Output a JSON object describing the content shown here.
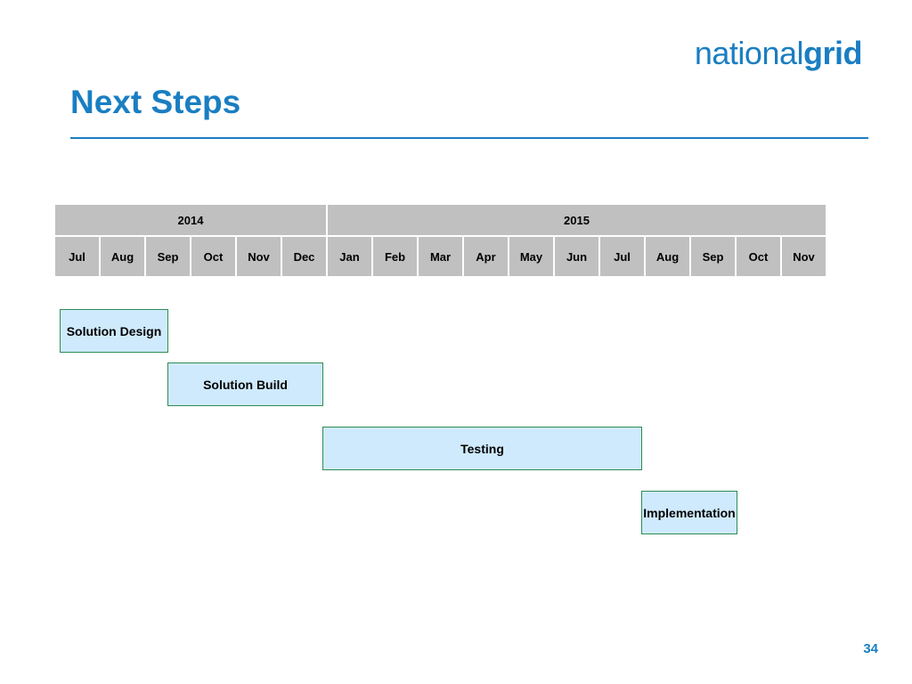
{
  "logo": {
    "part1": "national",
    "part2": "grid"
  },
  "title": "Next Steps",
  "timeline": {
    "years": [
      {
        "label": "2014",
        "months": 6
      },
      {
        "label": "2015",
        "months": 11
      }
    ],
    "months": [
      "Jul",
      "Aug",
      "Sep",
      "Oct",
      "Nov",
      "Dec",
      "Jan",
      "Feb",
      "Mar",
      "Apr",
      "May",
      "Jun",
      "Jul",
      "Aug",
      "Sep",
      "Oct",
      "Nov"
    ]
  },
  "tasks": [
    {
      "name": "Solution Design"
    },
    {
      "name": "Solution Build"
    },
    {
      "name": "Testing"
    },
    {
      "name": "Implementation"
    }
  ],
  "page_number": "34",
  "colors": {
    "accent": "#1a7ec2",
    "header_bg": "#c0c0c0",
    "task_fill": "#cfeafc",
    "task_border": "#2e8b57"
  }
}
